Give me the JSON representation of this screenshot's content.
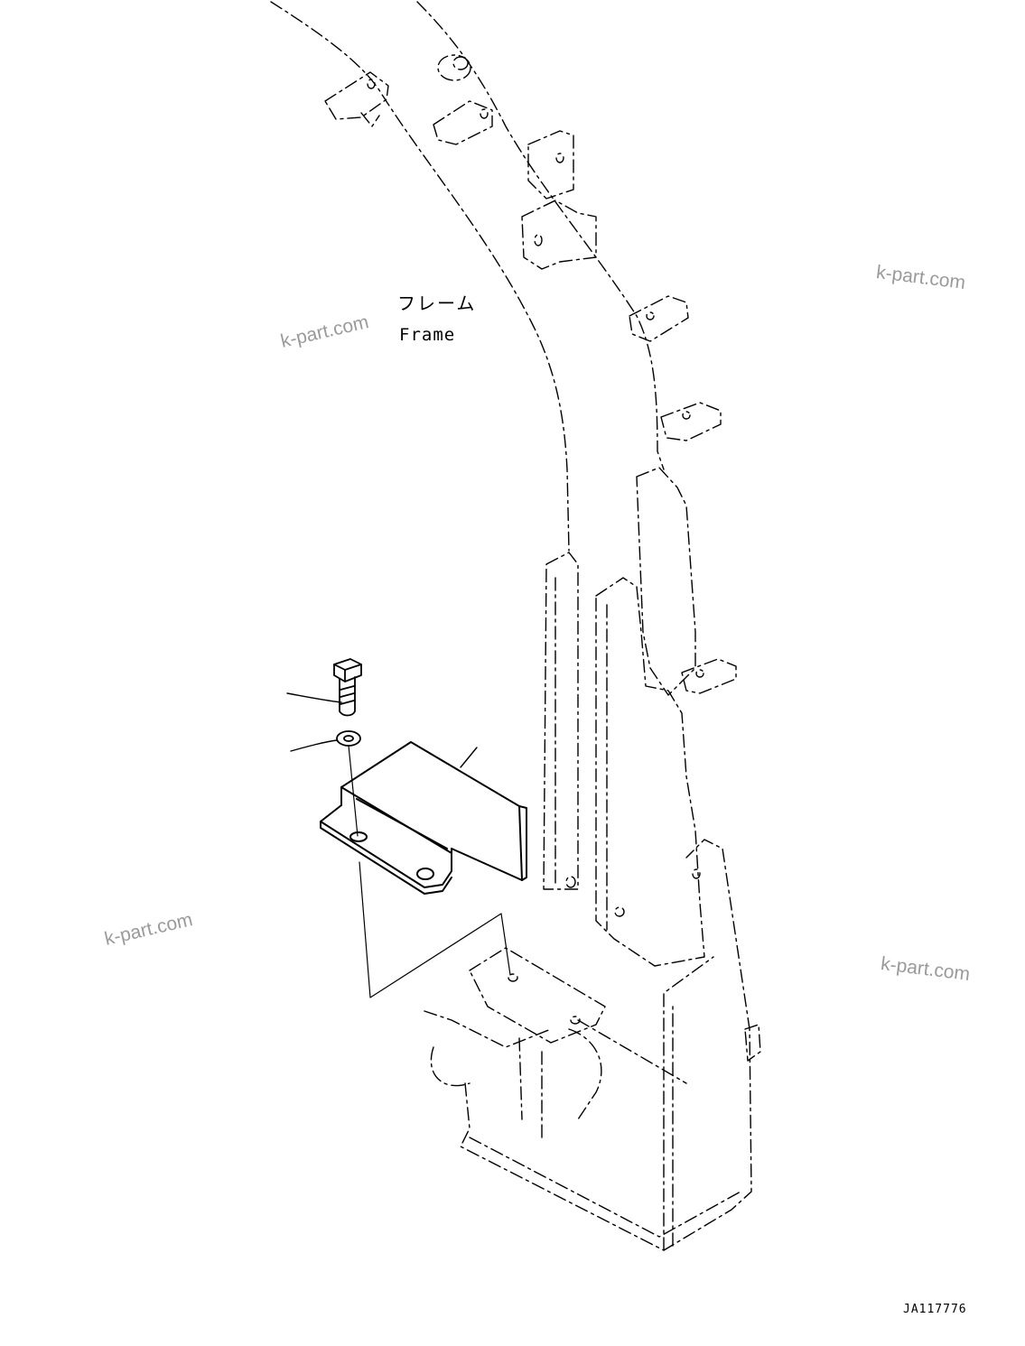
{
  "labels": {
    "frame_japanese": "フレーム",
    "frame_english": "Frame"
  },
  "watermarks": [
    "k-part.com",
    "k-part.com",
    "k-part.com",
    "k-part.com"
  ],
  "document_id": "JA117776",
  "colors": {
    "line": "#000000",
    "watermark": "#9a9a9a",
    "background": "#ffffff"
  },
  "parts": [
    {
      "name": "bolt",
      "icon": "hex-bolt"
    },
    {
      "name": "washer",
      "icon": "flat-washer"
    },
    {
      "name": "cover-bracket",
      "icon": "bent-sheet-bracket"
    }
  ]
}
